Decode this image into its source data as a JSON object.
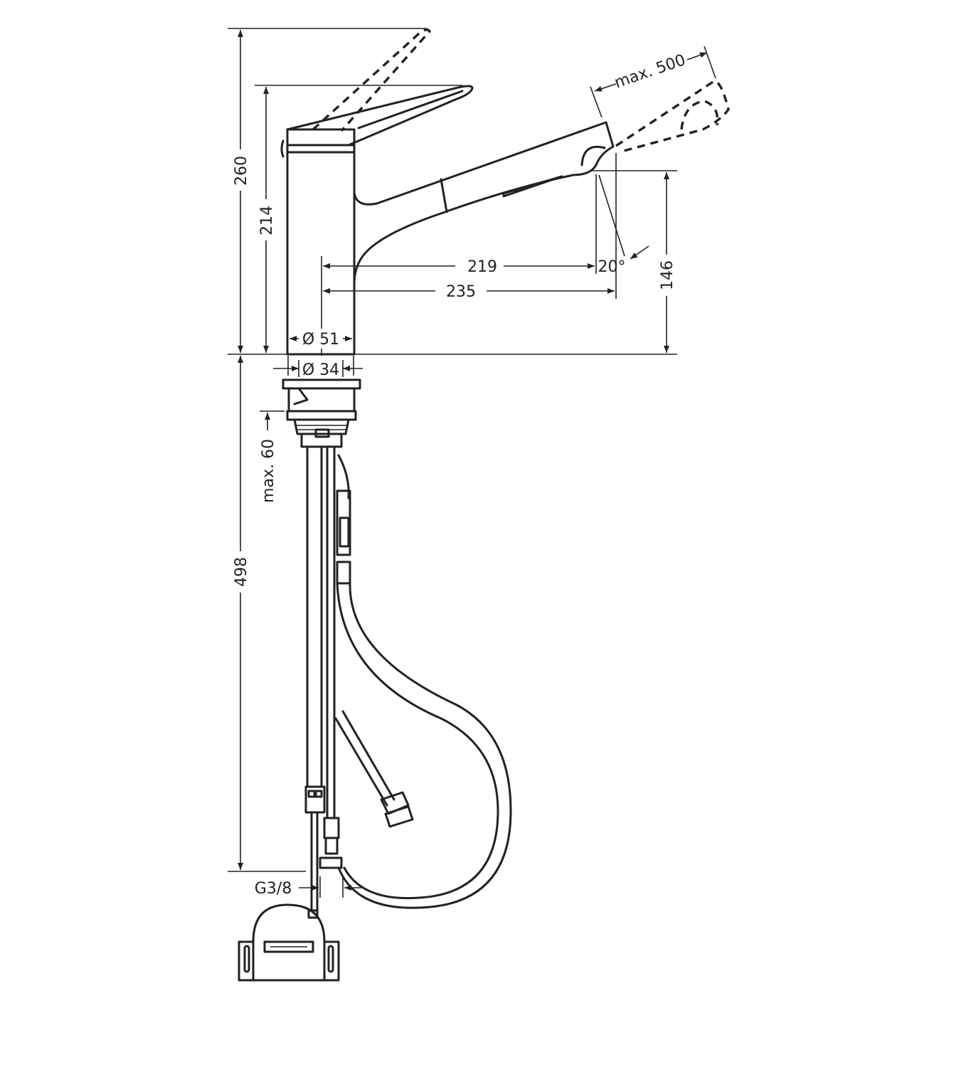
{
  "drawing": {
    "dimensions": {
      "h260": "260",
      "h214": "214",
      "h146": "146",
      "h498": "498",
      "max60": "max. 60",
      "w219": "219",
      "w235": "235",
      "d51": "Ø 51",
      "d34": "Ø 34",
      "angle": "20°",
      "pullout": "max. 500",
      "thread": "G3/8"
    },
    "colors": {
      "line": "#222222",
      "background": "#ffffff"
    }
  }
}
